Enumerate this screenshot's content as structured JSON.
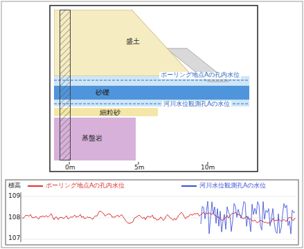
{
  "diagram": {
    "nodes": [
      {
        "text": [
          "盛土"
        ]
      },
      {
        "text": [
          "砂礫"
        ]
      },
      {
        "text": [
          "細粒砂"
        ]
      },
      {
        "text": [
          "基盤岩"
        ]
      }
    ],
    "labels": [
      "ボーリング地点Aの孔内水位",
      "河川水位観測孔Aの水位",
      "0m",
      "5m",
      "10m",
      "標高",
      "109",
      "108",
      "107"
    ],
    "legend": [
      {
        "text": "ボーリング地点Aの孔内水位"
      },
      {
        "text": "河川水位観測孔Aの水位"
      }
    ]
  }
}
